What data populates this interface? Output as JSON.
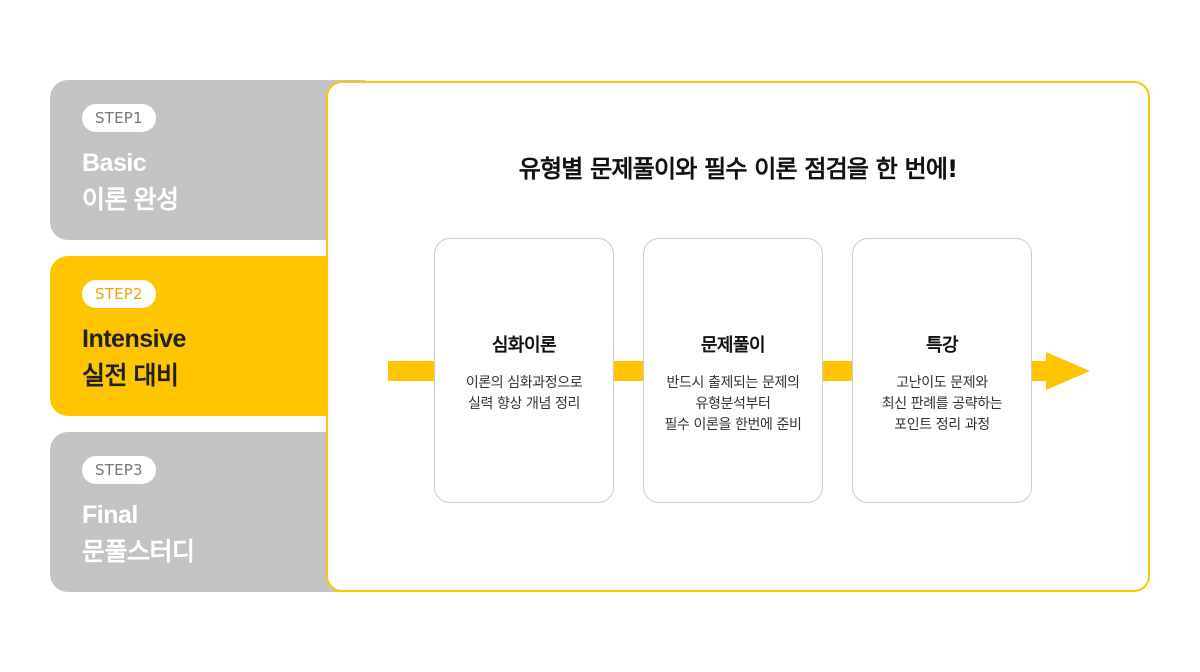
{
  "steps": [
    {
      "badge": "STEP1",
      "title_line1": "Basic",
      "title_line2": "이론 완성",
      "active": false
    },
    {
      "badge": "STEP2",
      "title_line1": "Intensive",
      "title_line2": "실전 대비",
      "active": true
    },
    {
      "badge": "STEP3",
      "title_line1": "Final",
      "title_line2": "문풀스터디",
      "active": false
    }
  ],
  "panel": {
    "headline": "유형별 문제풀이와 필수 이론 점검을 한 번에!",
    "cards": [
      {
        "title": "심화이론",
        "desc": [
          "이론의 심화과정으로",
          "실력 향상 개념 정리"
        ]
      },
      {
        "title": "문제풀이",
        "desc": [
          "반드시 출제되는 문제의",
          "유형분석부터",
          "필수 이론을 한번에 준비"
        ]
      },
      {
        "title": "특강",
        "desc": [
          "고난이도 문제와",
          "최신 판례를 공략하는",
          "포인트 정리 과정"
        ]
      }
    ]
  },
  "colors": {
    "accent": "#ffc500",
    "inactive_tab": "#c3c3c3",
    "card_border": "#cccccc"
  },
  "icons": {
    "flow_arrow": "right-arrow-icon"
  }
}
